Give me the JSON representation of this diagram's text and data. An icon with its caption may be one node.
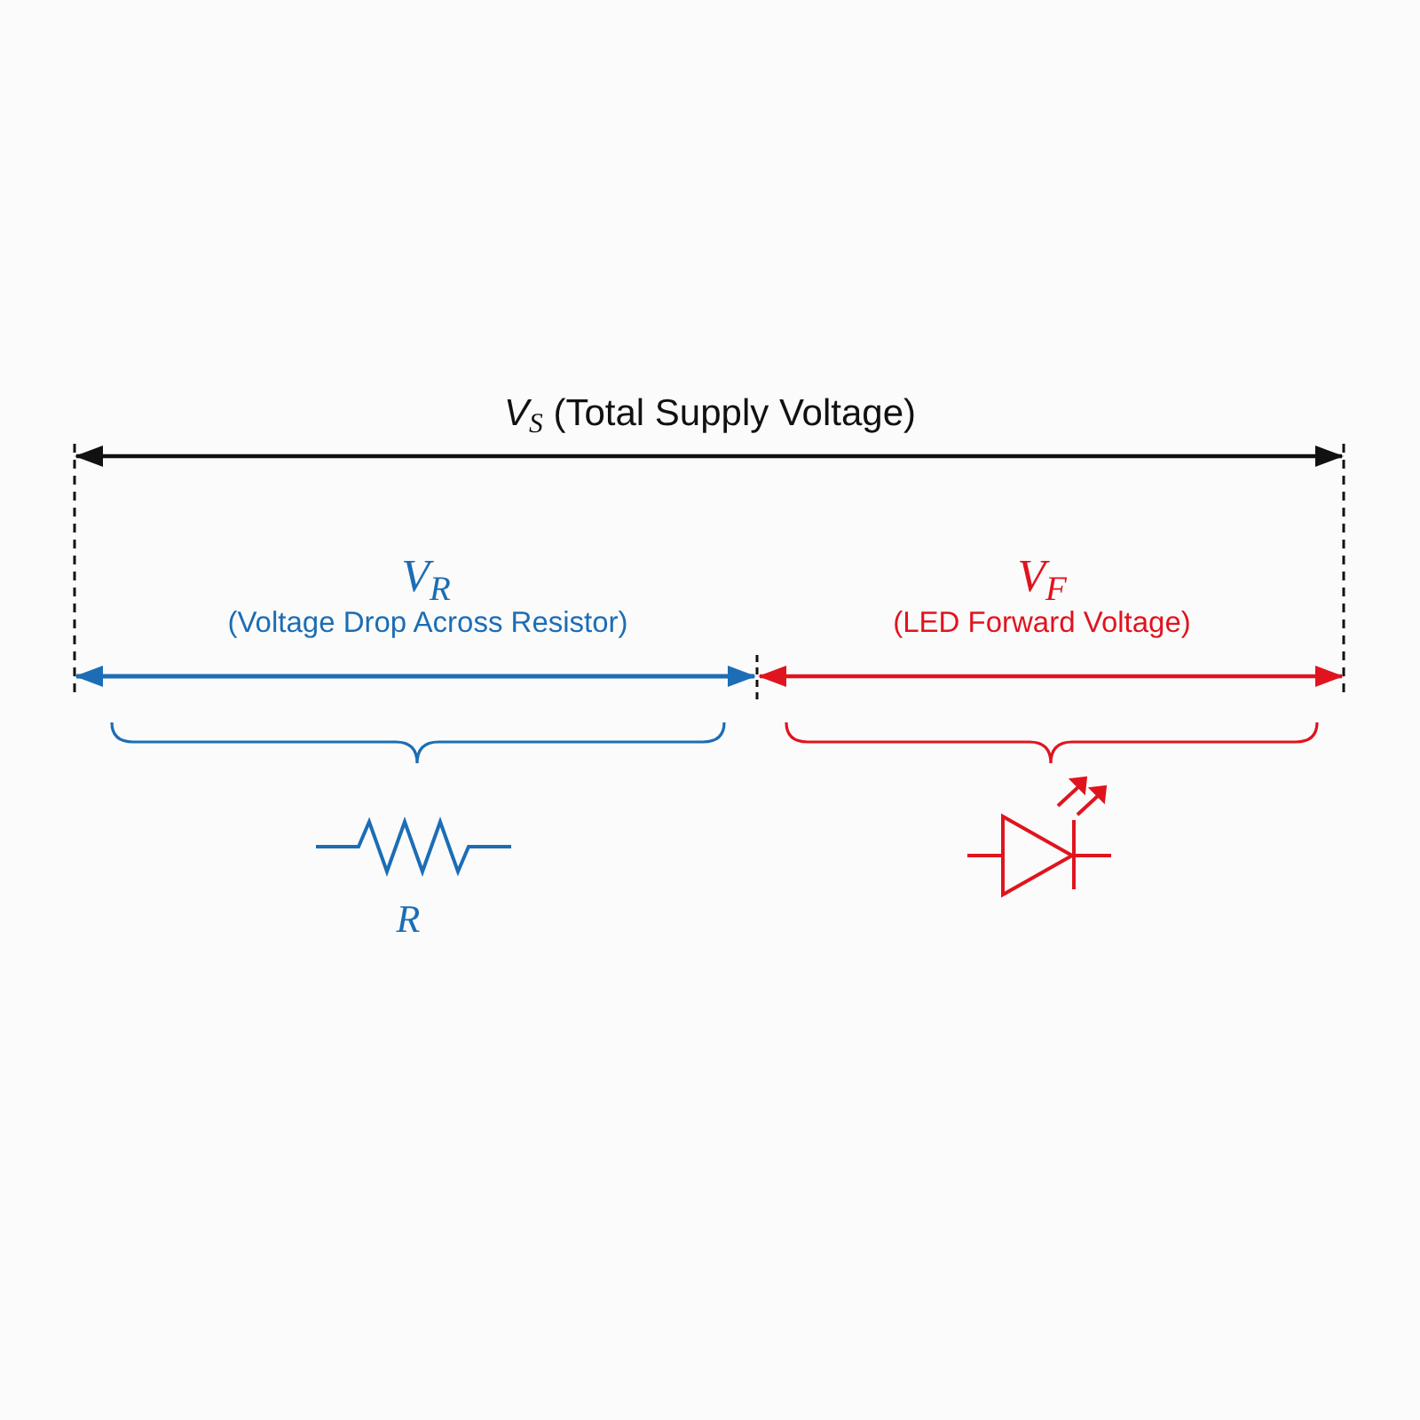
{
  "diagram": {
    "labels": [
      "*V*$_{S}$ (Total Supply Voltage)",
      "V$_{R}$",
      "(Voltage Drop Across Resistor)",
      "V$_{F}$",
      "(LED Forward Voltage)",
      "R"
    ]
  }
}
